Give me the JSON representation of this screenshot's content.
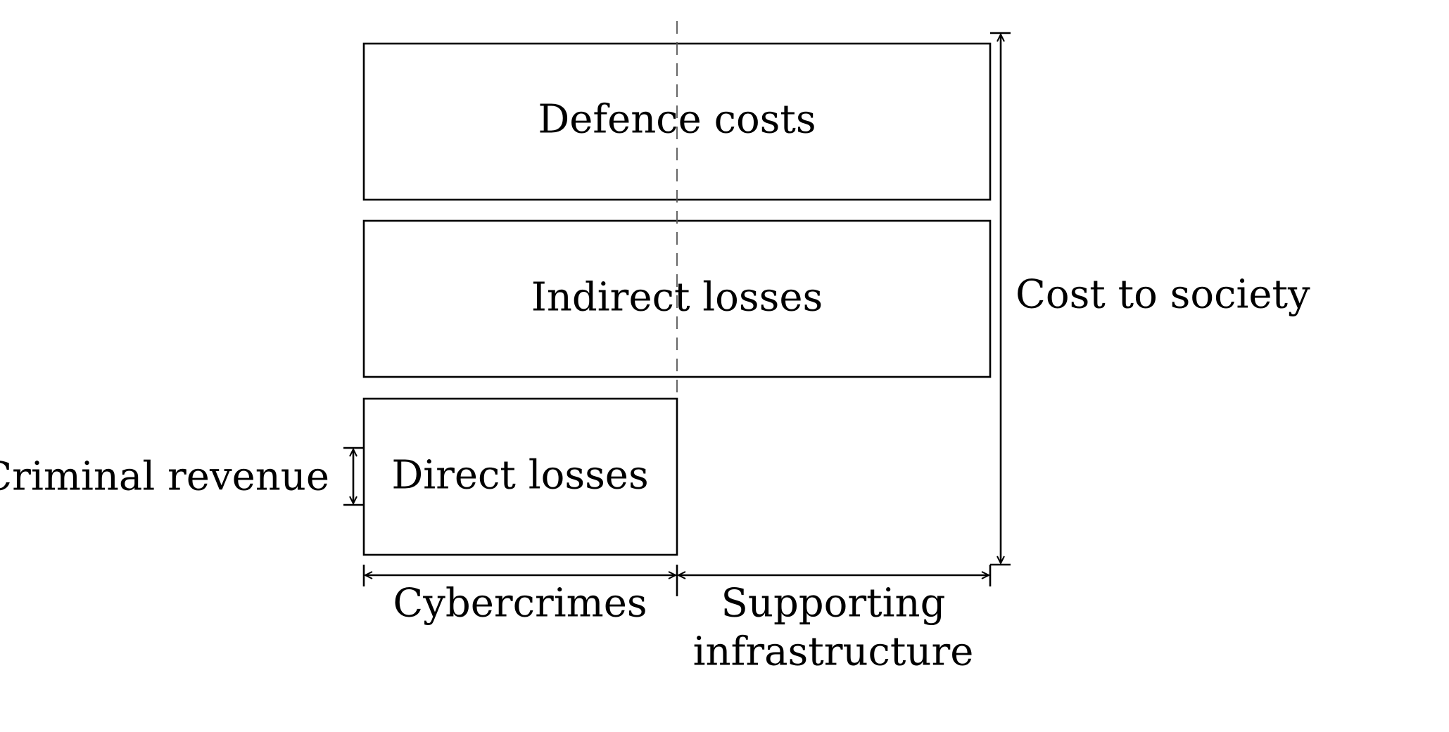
{
  "boxes": {
    "defence": "Defence costs",
    "indirect": "Indirect losses",
    "direct": "Direct losses"
  },
  "dimensions": {
    "criminal_revenue": "Criminal revenue",
    "cost_to_society": "Cost to society",
    "cybercrimes": "Cybercrimes",
    "supporting_infrastructure_line1": "Supporting",
    "supporting_infrastructure_line2": "infrastructure"
  },
  "colors": {
    "stroke": "#000000",
    "divider": "#555555",
    "background": "#ffffff"
  }
}
